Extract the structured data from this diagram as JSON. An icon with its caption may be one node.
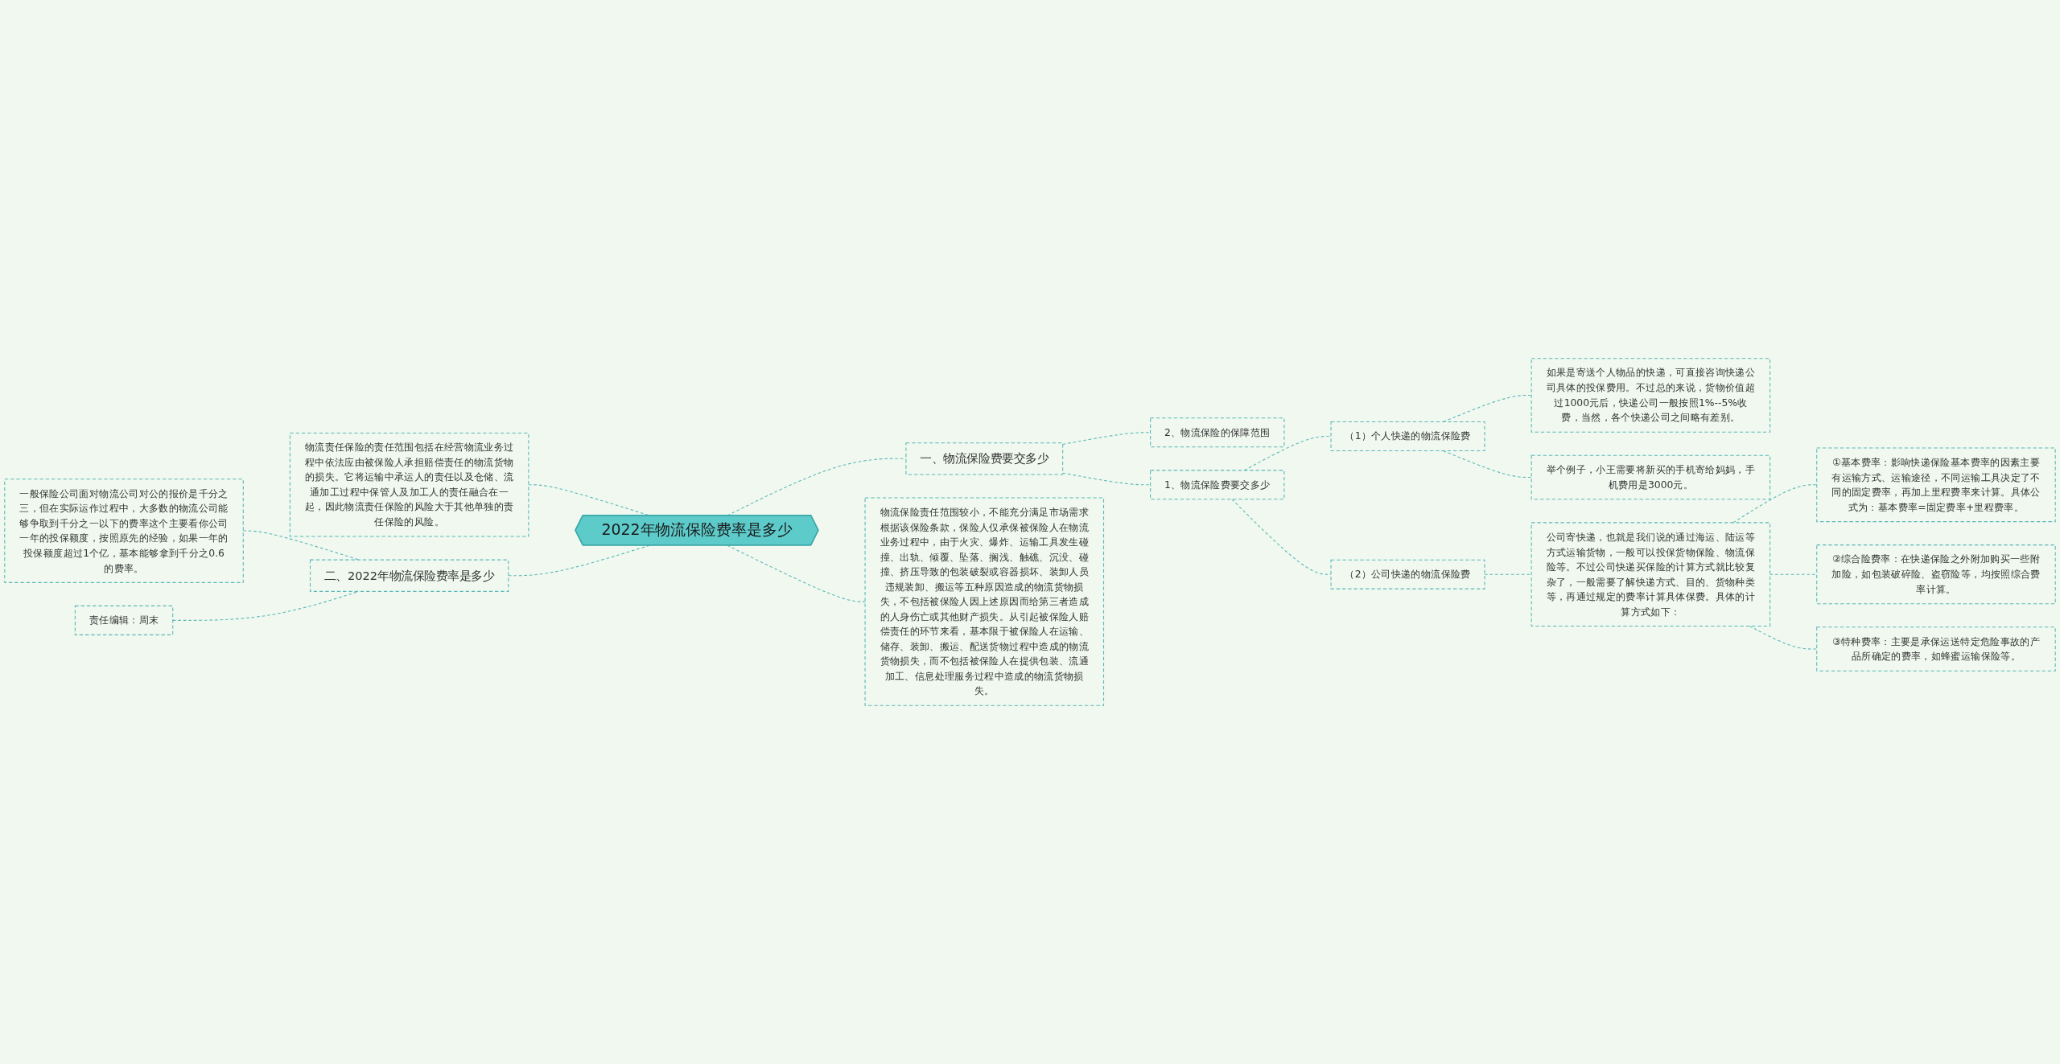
{
  "diagram": {
    "nodes": [
      {
        "text": [
          "2022年物流保险费率是多少"
        ]
      },
      {
        "text": [
          "一、物流保险费要交多少"
        ]
      },
      {
        "text": [
          "1、物流保险费要交多少"
        ]
      },
      {
        "text": [
          "（1）个人快递的物流保险费"
        ]
      },
      {
        "text": [
          "如果是寄送个人物品的快递，可直接咨询快递公司具体的投保费用。不过总的来说，货物价值超过1000元后，快递公司一般按照1%--5%收费，当然，各个快递公司之间略有差别。"
        ]
      },
      {
        "text": [
          "举个例子，小王需要将新买的手机寄给妈妈，手机费用是3000元。"
        ]
      },
      {
        "text": [
          "（2）公司快递的物流保险费"
        ]
      },
      {
        "text": [
          "公司寄快递，也就是我们说的通过海运、陆运等方式运输货物，一般可以投保货物保险、物流保险等。不过公司快递买保险的计算方式就比较复杂了，一般需要了解快递方式、目的、货物种类等，再通过规定的费率计算具体保费。具体的计算方式如下："
        ]
      },
      {
        "text": [
          "①基本费率：影响快递保险基本费率的因素主要有运输方式、运输途径，不同运输工具决定了不同的固定费率，再加上里程费率来计算。具体公式为：基本费率=固定费率+里程费率。"
        ]
      },
      {
        "text": [
          "②综合险费率：在快递保险之外附加购买一些附加险，如包装破碎险、盗窃险等，均按照综合费率计算。"
        ]
      },
      {
        "text": [
          "③特种费率：主要是承保运送特定危险事故的产品所确定的费率，如蜂蜜运输保险等。"
        ]
      },
      {
        "text": [
          "2、物流保险的保障范围"
        ]
      },
      {
        "text": [
          "物流保险责任范围较小，不能充分满足市场需求根据该保险条款，保险人仅承保被保险人在物流业务过程中，由于火灾、爆炸、运输工具发生碰撞、出轨、倾覆、坠落、搁浅、触礁、沉没、碰撞、挤压导致的包装破裂或容器损坏、装卸人员违规装卸、搬运等五种原因造成的物流货物损失，不包括被保险人因上述原因而给第三者造成的人身伤亡或其他财产损失。从引起被保险人赔偿责任的环节来看，基本限于被保险人在运输、储存、装卸、搬运、配送货物过程中造成的物流货物损失，而不包括被保险人在提供包装、流通加工、信息处理服务过程中造成的物流货物损失。"
        ]
      },
      {
        "text": [
          "物流责任保险的责任范围包括在经营物流业务过程中依法应由被保险人承担赔偿责任的物流货物的损失。它将运输中承运人的责任以及仓储、流通加工过程中保管人及加工人的责任融合在一起，因此物流责任保险的风险大于其他单独的责任保险的风险。"
        ]
      },
      {
        "text": [
          "二、2022年物流保险费率是多少"
        ]
      },
      {
        "text": [
          "一般保险公司面对物流公司对公的报价是千分之三，但在实际运作过程中，大多数的物流公司能够争取到千分之一以下的费率这个主要看你公司一年的投保额度，按照原先的经验，如果一年的投保额度超过1个亿，基本能够拿到千分之0.6的费率。"
        ]
      },
      {
        "text": [
          "责任编辑：周末"
        ]
      }
    ],
    "edges": [
      {
        "from": 0,
        "to": 1,
        "arrow": "none",
        "style": "dashed"
      },
      {
        "from": 1,
        "to": 2,
        "arrow": "none",
        "style": "dashed"
      },
      {
        "from": 2,
        "to": 3,
        "arrow": "none",
        "style": "dashed"
      },
      {
        "from": 3,
        "to": 4,
        "arrow": "none",
        "style": "dashed"
      },
      {
        "from": 3,
        "to": 5,
        "arrow": "none",
        "style": "dashed"
      },
      {
        "from": 2,
        "to": 6,
        "arrow": "none",
        "style": "dashed"
      },
      {
        "from": 6,
        "to": 7,
        "arrow": "none",
        "style": "dashed"
      },
      {
        "from": 7,
        "to": 8,
        "arrow": "none",
        "style": "dashed"
      },
      {
        "from": 7,
        "to": 9,
        "arrow": "none",
        "style": "dashed"
      },
      {
        "from": 7,
        "to": 10,
        "arrow": "none",
        "style": "dashed"
      },
      {
        "from": 1,
        "to": 11,
        "arrow": "none",
        "style": "dashed"
      },
      {
        "from": 0,
        "to": 12,
        "arrow": "none",
        "style": "dashed"
      },
      {
        "from": 0,
        "to": 13,
        "arrow": "none",
        "style": "dashed"
      },
      {
        "from": 0,
        "to": 14,
        "arrow": "none",
        "style": "dashed"
      },
      {
        "from": 14,
        "to": 15,
        "arrow": "none",
        "style": "dashed"
      },
      {
        "from": 14,
        "to": 16,
        "arrow": "none",
        "style": "dashed"
      }
    ]
  }
}
